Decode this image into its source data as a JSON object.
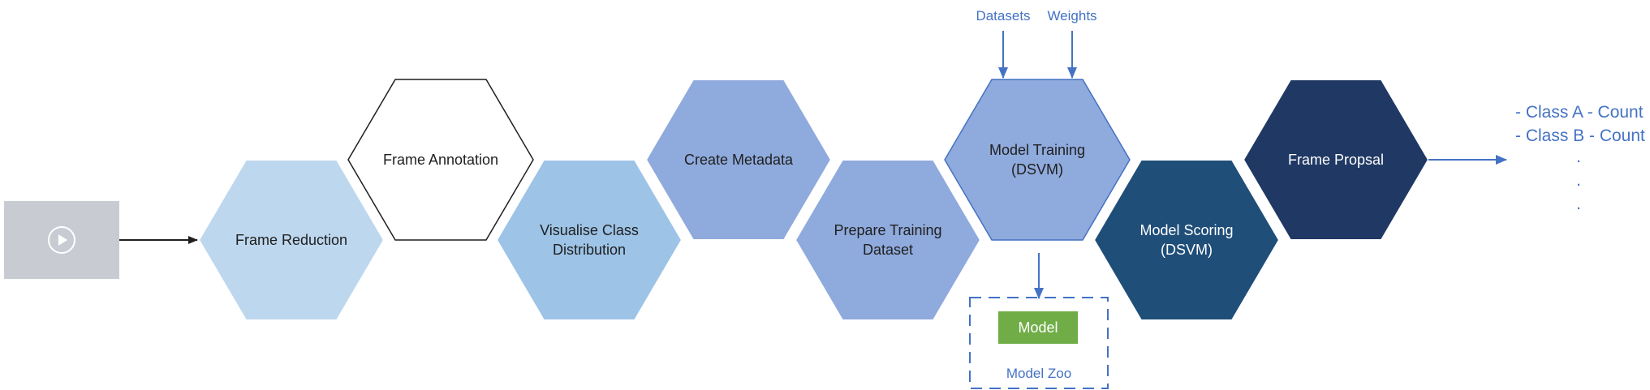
{
  "nodes": {
    "frame_reduction": {
      "lines": [
        "Frame Reduction"
      ],
      "fill": "#bdd7ee",
      "text_color": "#1f1f1f"
    },
    "frame_annotation": {
      "lines": [
        "Frame Annotation"
      ],
      "fill": "#ffffff",
      "text_color": "#1f1f1f"
    },
    "visualise_class": {
      "lines": [
        "Visualise Class",
        "Distribution"
      ],
      "fill": "#9dc3e6",
      "text_color": "#1f1f1f"
    },
    "create_metadata": {
      "lines": [
        "Create Metadata"
      ],
      "fill": "#8faadc",
      "text_color": "#1f1f1f"
    },
    "prepare_training": {
      "lines": [
        "Prepare Training",
        "Dataset"
      ],
      "fill": "#8faadc",
      "text_color": "#1f1f1f"
    },
    "model_training": {
      "lines": [
        "Model Training",
        "(DSVM)"
      ],
      "fill": "#8faadc",
      "text_color": "#1f1f1f"
    },
    "model_scoring": {
      "lines": [
        "Model Scoring",
        "(DSVM)"
      ],
      "fill": "#1f4e79",
      "text_color": "#ffffff"
    },
    "frame_proposal": {
      "lines": [
        "Frame Propsal"
      ],
      "fill": "#203864",
      "text_color": "#ffffff"
    }
  },
  "inputs": {
    "datasets": "Datasets",
    "weights": "Weights"
  },
  "model_zoo": {
    "model_label": "Model",
    "zoo_label": "Model Zoo",
    "model_fill": "#70ad47"
  },
  "output": {
    "line1": "- Class A - Count",
    "line2": "- Class B - Count",
    "dots": "."
  },
  "colors": {
    "accent": "#4472c4",
    "video_bg": "#c9cbd2",
    "arrow_dark": "#1f1f1f"
  },
  "icons": {
    "video": "play-icon"
  }
}
